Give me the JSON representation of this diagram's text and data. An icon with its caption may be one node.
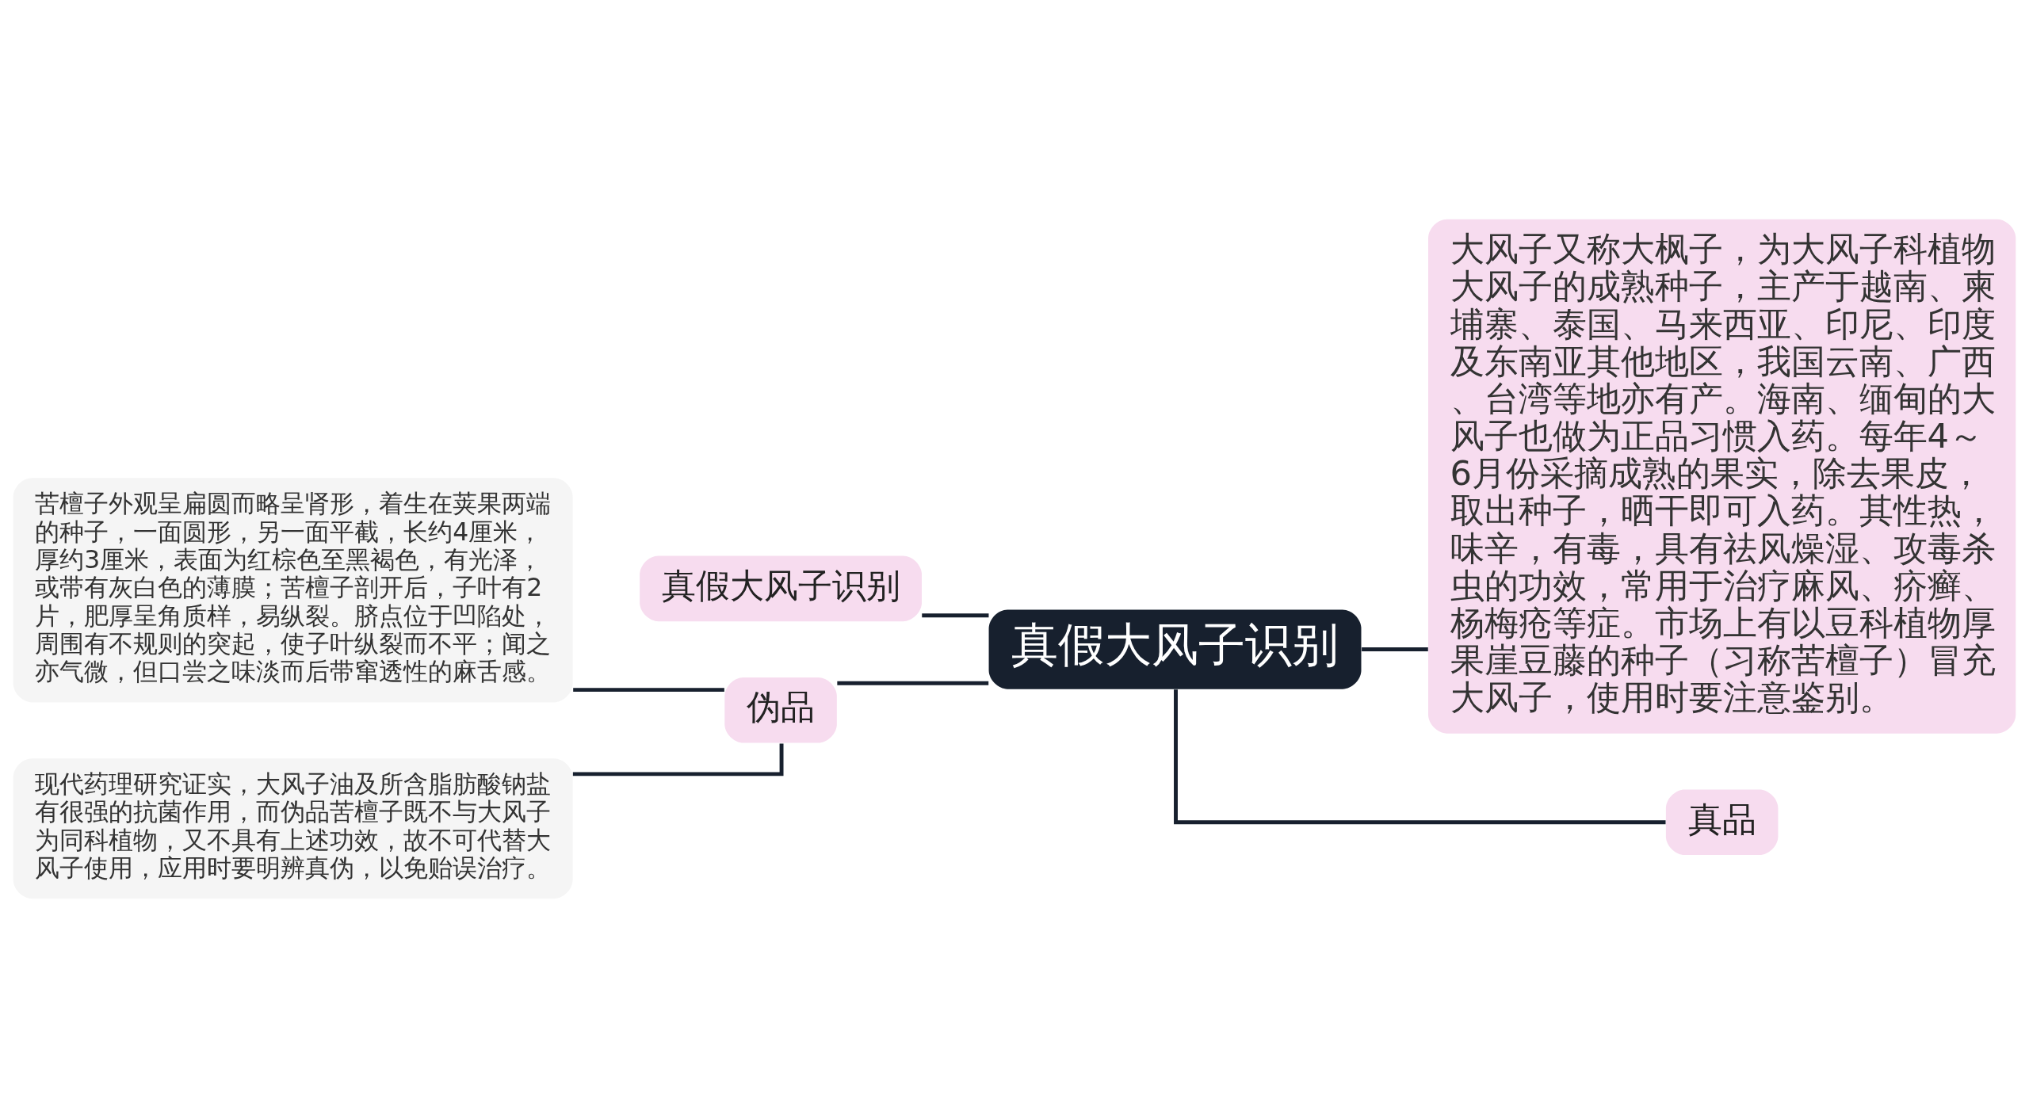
{
  "diagram": {
    "nodes": [
      {
        "text": [
          "真假大风子识别"
        ]
      },
      {
        "text": [
          "真假大风子识别"
        ]
      },
      {
        "text": [
          "伪品"
        ]
      },
      {
        "text": [
          "苦檀子外观呈扁圆而略呈肾形，着生在荚果两端的种子，一面圆形，另一面平截，长约4厘米，厚约3厘米，表面为红棕色至黑褐色，有光泽，或带有灰白色的薄膜；苦檀子剖开后，子叶有2片，肥厚呈角质样，易纵裂。脐点位于凹陷处，周围有不规则的突起，使子叶纵裂而不平；闻之亦气微，但口尝之味淡而后带窜透性的麻舌感。"
        ]
      },
      {
        "text": [
          "现代药理研究证实，大风子油及所含脂肪酸钠盐有很强的抗菌作用，而伪品苦檀子既不与大风子为同科植物，又不具有上述功效，故不可代替大风子使用，应用时要明辨真伪，以免贻误治疗。"
        ]
      },
      {
        "text": [
          "大风子又称大枫子，为大风子科植物大风子的成熟种子，主产于越南、柬埔寨、泰国、马来西亚、印尼、印度及东南亚其他地区，我国云南、广西、台湾等地亦有产。海南、缅甸的大风子也做为正品习惯入药。每年4～6月份采摘成熟的果实，除去果皮，取出种子，晒干即可入药。其性热，味辛，有毒，具有祛风燥湿、攻毒杀虫的功效，常用于治疗麻风、疥癣、杨梅疮等症。市场上有以豆科植物厚果崖豆藤的种子（习称苦檀子）冒充大风子，使用时要注意鉴别。"
        ]
      },
      {
        "text": [
          "真品"
        ]
      }
    ],
    "edges": [
      {
        "from": 0,
        "to": 1,
        "arrow": "none"
      },
      {
        "from": 0,
        "to": 2,
        "arrow": "none"
      },
      {
        "from": 2,
        "to": 3,
        "arrow": "none"
      },
      {
        "from": 2,
        "to": 4,
        "arrow": "none"
      },
      {
        "from": 0,
        "to": 5,
        "arrow": "none"
      },
      {
        "from": 0,
        "to": 6,
        "arrow": "none"
      }
    ]
  }
}
